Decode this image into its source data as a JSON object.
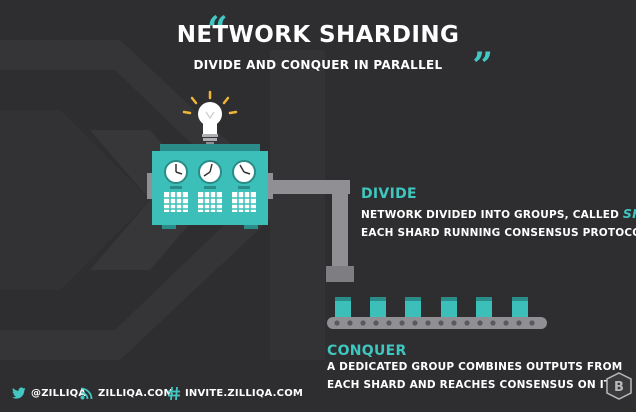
{
  "header": {
    "open_quote": "“",
    "title": "NETWORK SHARDING",
    "close_quote": "„",
    "subtitle": "DIVIDE AND CONQUER IN PARALLEL"
  },
  "divide": {
    "heading": "DIVIDE",
    "line1": "NETWORK DIVIDED INTO GROUPS, CALLED",
    "highlight": "SHARDS",
    "line2": "EACH SHARD RUNNING CONSENSUS PROTOCOL"
  },
  "conquer": {
    "heading": "CONQUER",
    "line1": "A DEDICATED GROUP COMBINES OUTPUTS FROM",
    "line2": "EACH SHARD AND REACHES CONSENSUS ON IT."
  },
  "footer": {
    "twitter": {
      "icon": "twitter-icon",
      "text": "@ZILLIQA"
    },
    "website": {
      "icon": "rss-icon",
      "text": "ZILLIQA.COM"
    },
    "invite": {
      "icon": "hashtag-icon",
      "text": "INVITE.ZILLIQA.COM"
    }
  },
  "colors": {
    "background": "#2e2e30",
    "accent": "#42c7c3",
    "machine_body": "#3cbfb9",
    "machine_dark": "#2a8c88",
    "pipe": "#8f8f94",
    "text": "#ffffff",
    "bulb_rays": "#f0b43a"
  },
  "icons": {
    "machine": "sharding-machine-icon",
    "bulb": "lightbulb-icon",
    "logo": "logo-badge-icon"
  }
}
